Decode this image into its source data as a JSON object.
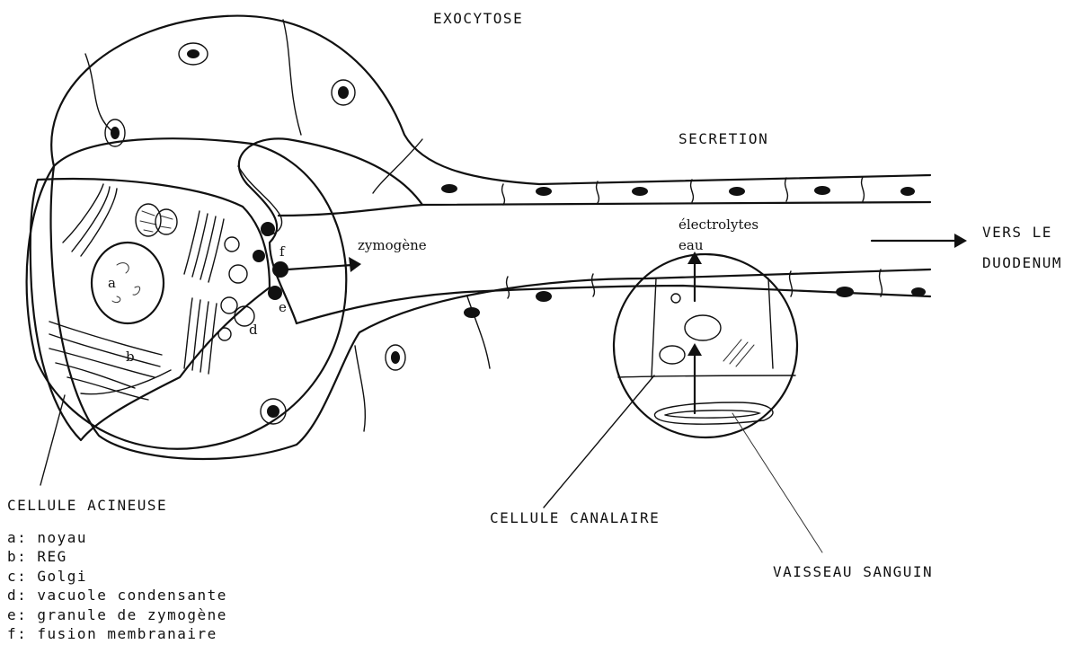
{
  "labels": {
    "exocytose": "EXOCYTOSE",
    "secretion": "SECRETION",
    "zymogene": "zymogène",
    "electrolytes": "électrolytes",
    "eau": "eau",
    "vers_le": "VERS LE",
    "duodenum": "DUODENUM",
    "cellule_acineuse": "CELLULE ACINEUSE",
    "cellule_canalaire": "CELLULE CANALAIRE",
    "vaisseau_sanguin": "VAISSEAU SANGUIN"
  },
  "markers": {
    "a": "a",
    "b": "b",
    "d": "d",
    "e": "e",
    "f": "f"
  },
  "legend": [
    "a: noyau",
    "b: REG",
    "c: Golgi",
    "d: vacuole condensante",
    "e: granule de zymogène",
    "f: fusion membranaire"
  ]
}
